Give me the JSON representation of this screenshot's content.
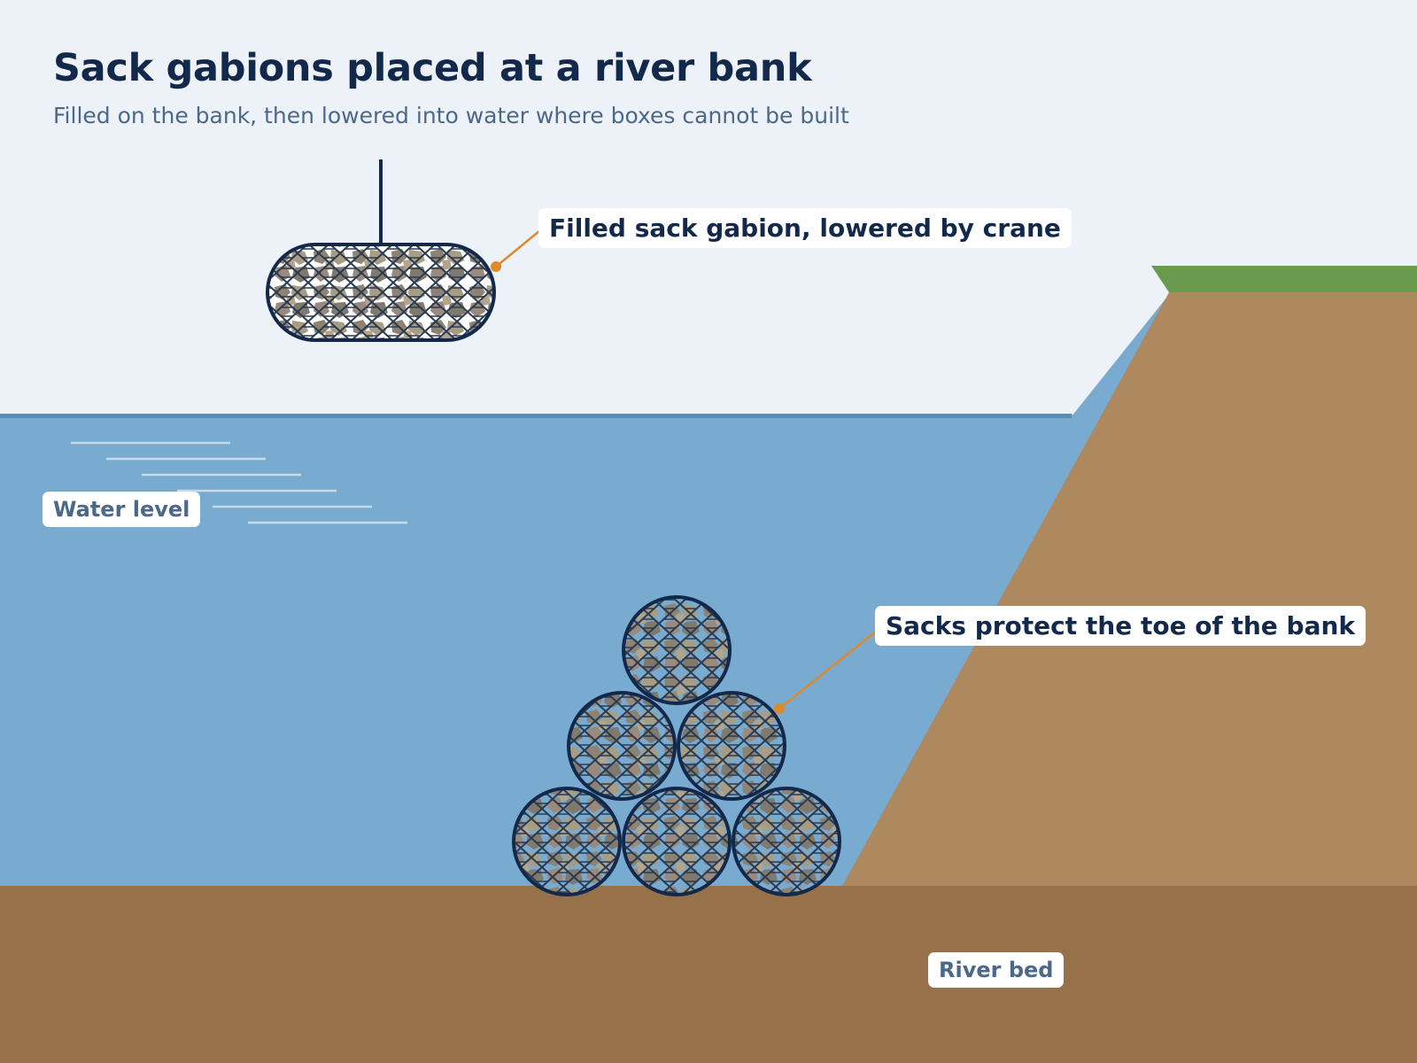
{
  "title": "Sack gabions placed at a river bank",
  "subtitle": "Filled on the bank, then lowered into water where boxes cannot be built",
  "labels": {
    "crane_sack": "Filled sack gabion, lowered by crane",
    "toe_sacks": "Sacks protect the toe of the bank",
    "water_level": "Water level",
    "river_bed": "River bed"
  },
  "colors": {
    "sky": "#edf2f8",
    "water": "#79aacf",
    "water_surface": "#5d8db5",
    "bank": "#ae885e",
    "riverbed": "#96714a",
    "grass": "#6a9a4e",
    "outline": "#13294b",
    "leader": "#dd8a2c",
    "title": "#13294b",
    "muted": "#4c6888"
  }
}
